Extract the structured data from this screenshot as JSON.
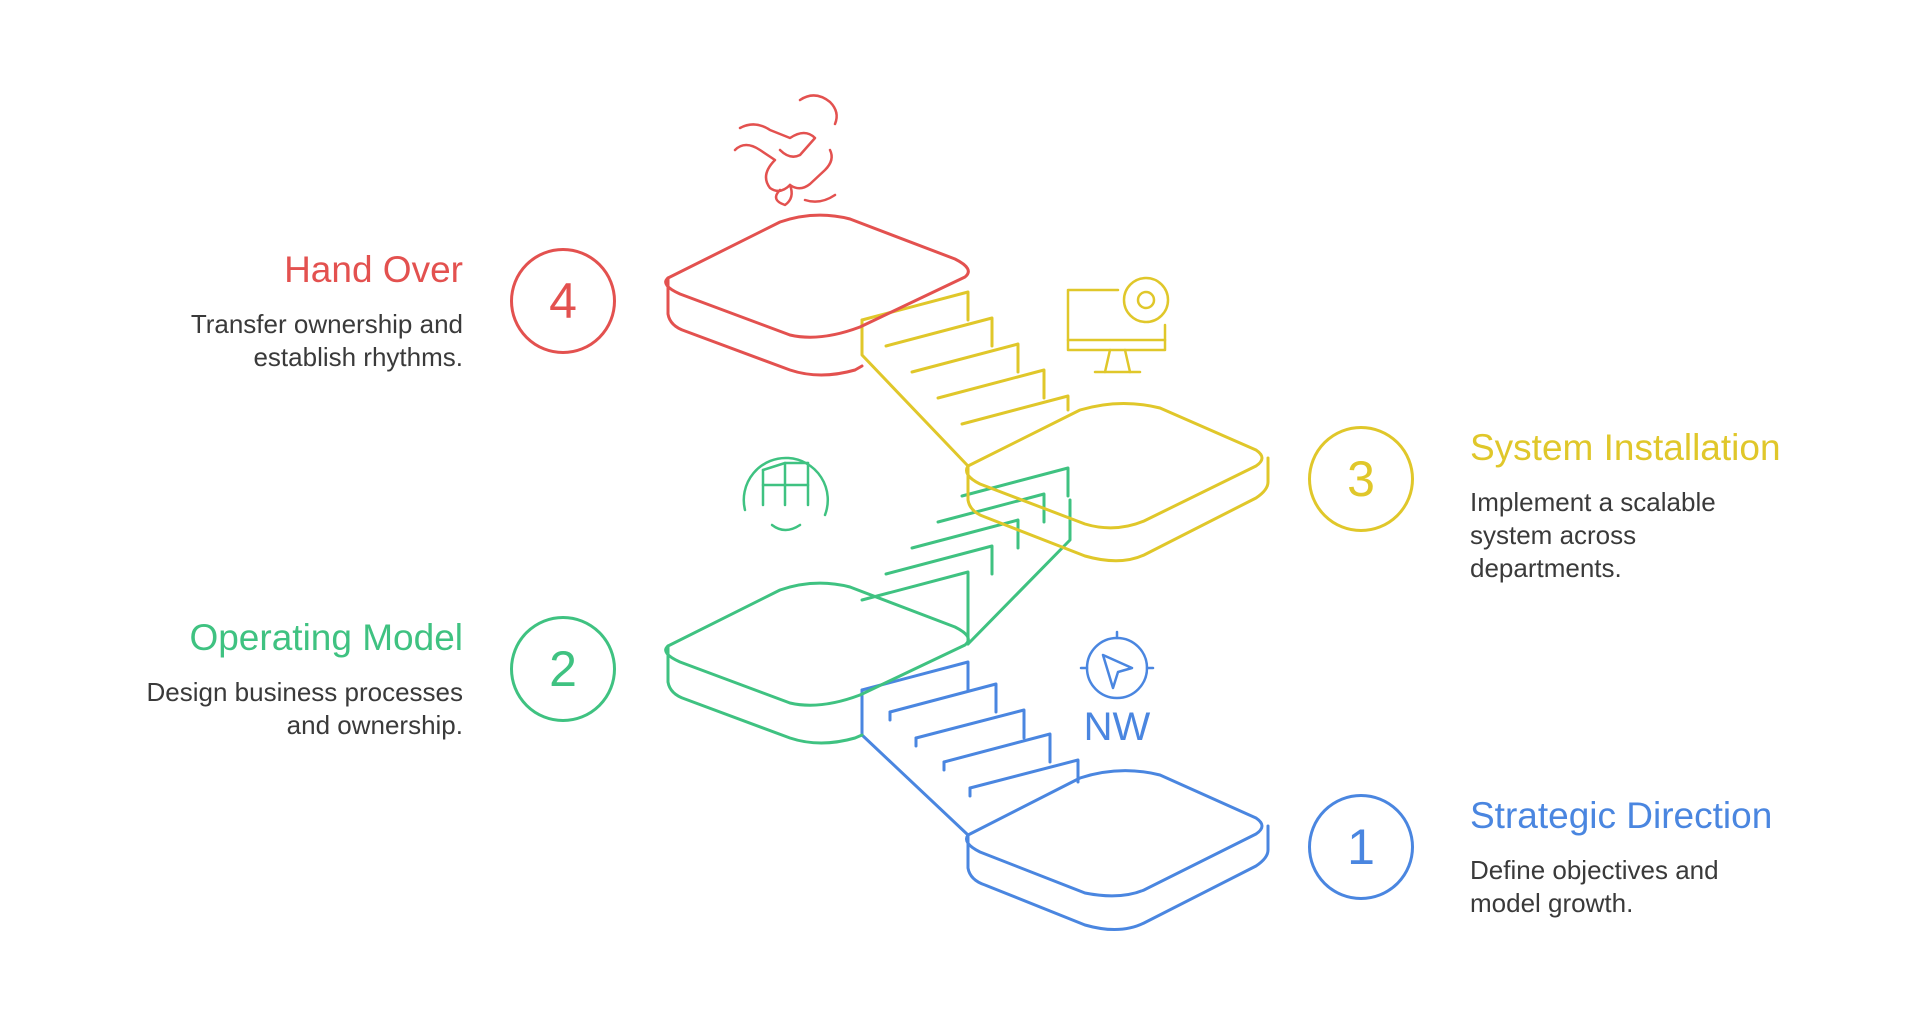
{
  "steps": [
    {
      "number": "1",
      "title": "Strategic Direction",
      "description": "Define objectives and model growth.",
      "color": "#4a86e0",
      "icon": "compass-icon",
      "icon_text": "NW"
    },
    {
      "number": "2",
      "title": "Operating Model",
      "description": "Design business processes and ownership.",
      "color": "#3fc281",
      "icon": "building-gear-icon"
    },
    {
      "number": "3",
      "title": "System Installation",
      "description": "Implement a scalable system across departments.",
      "color": "#e0c72a",
      "icon": "monitor-gear-icon"
    },
    {
      "number": "4",
      "title": "Hand Over",
      "description": "Transfer ownership and establish rhythms.",
      "color": "#e3514f",
      "icon": "handshake-icon"
    }
  ]
}
